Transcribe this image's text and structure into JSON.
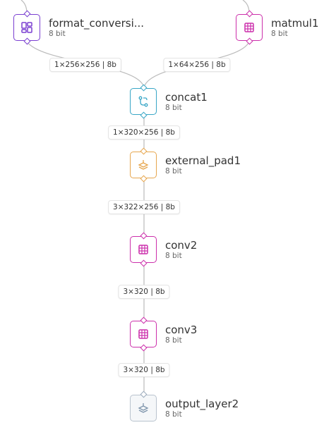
{
  "nodes": [
    {
      "id": "format_conversion",
      "title": "format_conversi...",
      "subtitle": "8 bit",
      "icon": "grid-icon",
      "color": "#7a3fd1"
    },
    {
      "id": "matmul1",
      "title": "matmul1",
      "subtitle": "8 bit",
      "icon": "cube-icon",
      "color": "#cc2fab"
    },
    {
      "id": "concat1",
      "title": "concat1",
      "subtitle": "8 bit",
      "icon": "merge-icon",
      "color": "#38a6c6"
    },
    {
      "id": "external_pad1",
      "title": "external_pad1",
      "subtitle": "8 bit",
      "icon": "layers-icon",
      "color": "#e6a64e"
    },
    {
      "id": "conv2",
      "title": "conv2",
      "subtitle": "8 bit",
      "icon": "cube-icon",
      "color": "#cc2fab"
    },
    {
      "id": "conv3",
      "title": "conv3",
      "subtitle": "8 bit",
      "icon": "cube-icon",
      "color": "#cc2fab"
    },
    {
      "id": "output_layer2",
      "title": "output_layer2",
      "subtitle": "8 bit",
      "icon": "layers-icon",
      "color": "#9aaabb"
    }
  ],
  "edges": [
    {
      "from": "format_conversion",
      "to": "concat1",
      "label": "1×256×256 | 8b"
    },
    {
      "from": "matmul1",
      "to": "concat1",
      "label": "1×64×256 | 8b"
    },
    {
      "from": "concat1",
      "to": "external_pad1",
      "label": "1×320×256 | 8b"
    },
    {
      "from": "external_pad1",
      "to": "conv2",
      "label": "3×322×256 | 8b"
    },
    {
      "from": "conv2",
      "to": "conv3",
      "label": "3×320 | 8b"
    },
    {
      "from": "conv3",
      "to": "output_layer2",
      "label": "3×320 | 8b"
    }
  ]
}
